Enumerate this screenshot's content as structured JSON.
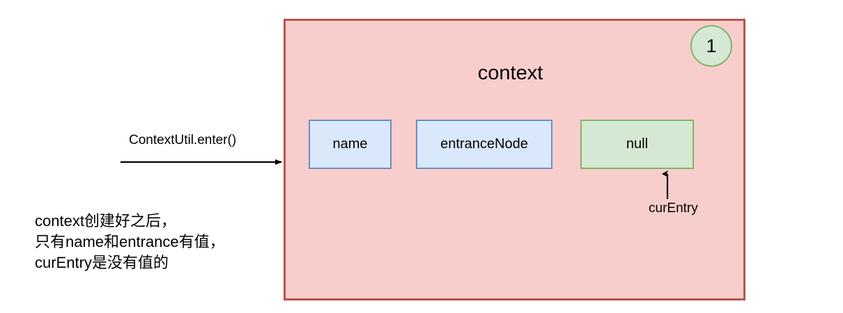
{
  "diagram": {
    "container": {
      "title": "context",
      "fill_color": "#f8cecc",
      "border_color": "#b85450"
    },
    "step_badge": {
      "label": "1",
      "fill_color": "#d5e8d4",
      "border_color": "#82b366"
    },
    "fields": [
      {
        "label": "name",
        "fill_color": "#dae8fc",
        "border_color": "#6c8ebf"
      },
      {
        "label": "entranceNode",
        "fill_color": "#dae8fc",
        "border_color": "#6c8ebf"
      },
      {
        "label": "null",
        "fill_color": "#d5e8d4",
        "border_color": "#82b366"
      }
    ],
    "entry_arrow": {
      "label": "ContextUtil.enter()"
    },
    "pointer_arrow": {
      "label": "curEntry"
    },
    "note": {
      "line1": "context创建好之后，",
      "line2": "只有name和entrance有值，",
      "line3": "curEntry是没有值的"
    }
  }
}
